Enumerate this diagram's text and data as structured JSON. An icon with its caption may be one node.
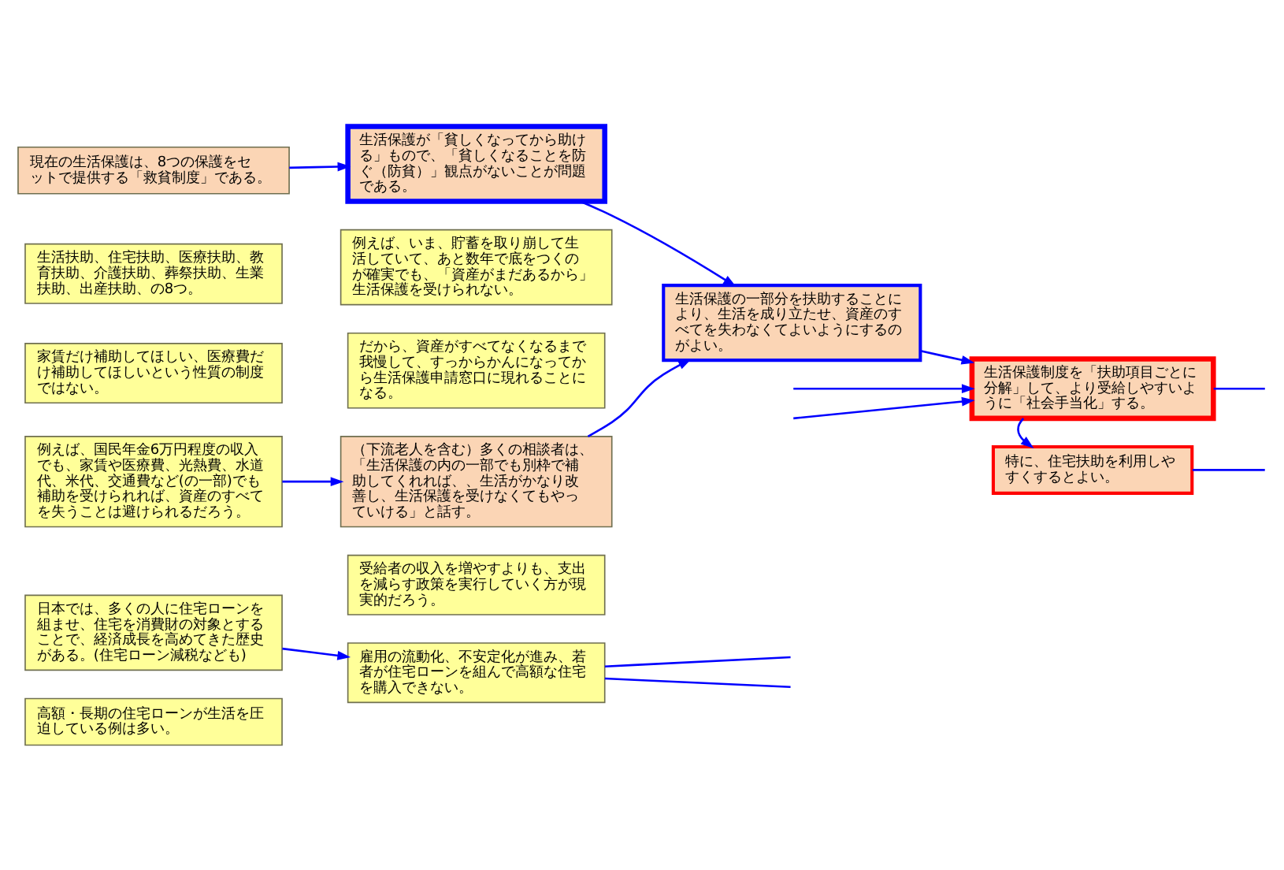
{
  "diagram": {
    "nodes": [
      {
        "text": [
          "現在の生活保護は、8つの保護をセットで提供する「救貧制度」である。"
        ]
      },
      {
        "text": [
          "生活扶助、住宅扶助、医療扶助、教育扶助、介護扶助、葬祭扶助、生業扶助、出産扶助、の8つ。"
        ]
      },
      {
        "text": [
          "家賃だけ補助してほしい、医療費だけ補助してほしいという性質の制度ではない。"
        ]
      },
      {
        "text": [
          "生活保護が「貧しくなってから助ける」もので、「貧しくなることを防ぐ（防貧）」観点がないことが問題である。"
        ]
      },
      {
        "text": [
          "例えば、いま、貯蓄を取り崩して生活していて、あと数年で底をつくのが確実でも、「資産がまだあるから」生活保護を受けられない。"
        ]
      },
      {
        "text": [
          "だから、資産がすべてなくなるまで我慢して、すっからかんになってから生活保護申請窓口に現れることになる。"
        ]
      },
      {
        "text": [
          "生活保護の一部分を扶助することにより、生活を成り立たせ、資産のすべてを失わなくてよいようにするのがよい。"
        ]
      },
      {
        "text": [
          "例えば、国民年金6万円程度の収入でも、家賃や医療費、光熱費、水道代、米代、交通費など(の一部)でも補助を受けられれば、資産のすべてを失うことは避けられるだろう。"
        ]
      },
      {
        "text": [
          "（下流老人を含む）多くの相談者は、「生活保護の内の一部でも別枠で補助してくれれば、、生活がかなり改善し、生活保護を受けなくてもやっていける」と話す。"
        ]
      },
      {
        "text": [
          "生活保護制度を「扶助項目ごとに分解」して、より受給しやすいように「社会手当化」する。"
        ]
      },
      {
        "text": [
          "受給者の収入を増やすよりも、支出を減らす政策を実行していく方が現実的だろう。"
        ]
      },
      {
        "text": [
          "日本では、多くの人に住宅ローンを組ませ、住宅を消費財の対象とすることで、経済成長を高めてきた歴史がある。(住宅ローン減税なども)"
        ]
      },
      {
        "text": [
          "高額・長期の住宅ローンが生活を圧迫している例は多い。"
        ]
      },
      {
        "text": [
          "雇用の流動化、不安定化が進み、若者が住宅ローンを組んで高額な住宅を購入できない。"
        ]
      },
      {
        "text": [
          "特に、住宅扶助を利用しやすくするとよい。"
        ]
      }
    ],
    "edges": [
      {
        "from": 0,
        "to": 3,
        "arrow": "to"
      },
      {
        "from": 3,
        "to": 6,
        "arrow": "to"
      },
      {
        "from": 8,
        "to": 6,
        "arrow": "to"
      },
      {
        "from": 7,
        "to": 8,
        "arrow": "to"
      },
      {
        "from": null,
        "to": 9,
        "arrow": "to"
      },
      {
        "from": null,
        "to": 9,
        "arrow": "to"
      },
      {
        "from": 6,
        "to": 9,
        "arrow": "to"
      },
      {
        "from": 9,
        "to": 14,
        "arrow": "to"
      },
      {
        "from": 9,
        "to": null,
        "arrow": "none"
      },
      {
        "from": 14,
        "to": null,
        "arrow": "none"
      },
      {
        "from": 11,
        "to": 13,
        "arrow": "to"
      },
      {
        "from": 13,
        "to": null,
        "arrow": "none"
      },
      {
        "from": 13,
        "to": null,
        "arrow": "none"
      }
    ]
  }
}
